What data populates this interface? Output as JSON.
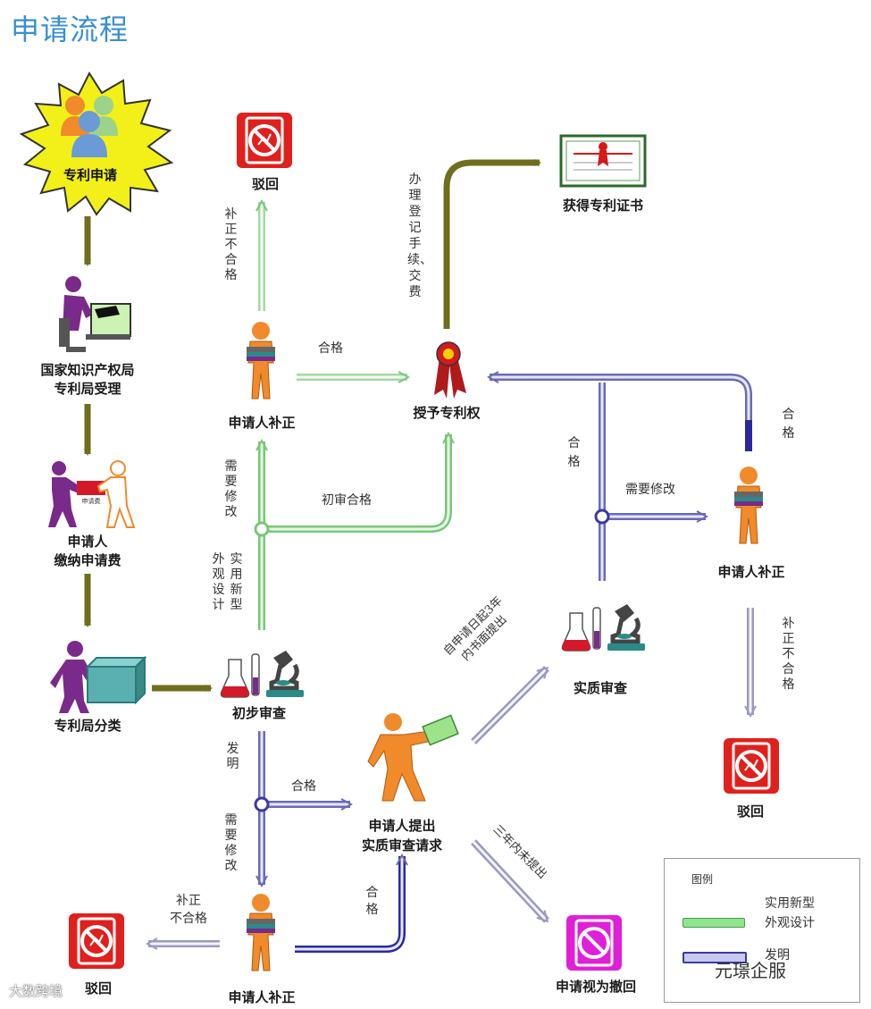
{
  "title": "申请流程",
  "nodes": {
    "apply": "专利申请",
    "accept": [
      "国家知识产权局",
      "专利局受理"
    ],
    "pay": [
      "申请人",
      "缴纳申请费"
    ],
    "classify": "专利局分类",
    "prelim": "初步审查",
    "reject_top": "驳回",
    "correct_top": "申请人补正",
    "grant": "授予专利权",
    "cert": "获得专利证书",
    "correct_right": "申请人补正",
    "substantive": "实质审查",
    "reject_right": "驳回",
    "request": [
      "申请人提出",
      "实质审查请求"
    ],
    "correct_bottom": "申请人补正",
    "reject_bottom": "驳回",
    "withdrawn": "申请视为撤回",
    "pay_ticket": "申请费"
  },
  "edges": {
    "bz_top": "补正不合格",
    "hege_grant": "合格",
    "register": "办理登记手续、交费",
    "xuyao_top": "需要修改",
    "utility": [
      "实用新型",
      "外观设计"
    ],
    "chushen": "初审合格",
    "hege_sub": "合格",
    "hege_right": "合格",
    "xuyao_right": "需要修改",
    "bz_right": "补正不合格",
    "within3": [
      "自申请日起3年",
      "内书面提出"
    ],
    "invention": "发明",
    "hege_bottom": "合格",
    "xuyao_bottom": "需要修改",
    "hege_request": "合格",
    "bz_bottom": [
      "补正",
      "不合格"
    ],
    "not3": "三年内未提出"
  },
  "legend": {
    "title": "图例",
    "green": [
      "实用新型",
      "外观设计"
    ],
    "blue": "发明"
  },
  "watermark": {
    "left": "大数跨境",
    "right": "元璟企服"
  },
  "colors": {
    "olive": "#6e6e1e",
    "green": "#8ee58c",
    "blue": "#7575c8",
    "reject": "#e0201c",
    "withdraw": "#e020d8",
    "person_orange": "#f08a2a",
    "purple": "#7a2a8a"
  }
}
